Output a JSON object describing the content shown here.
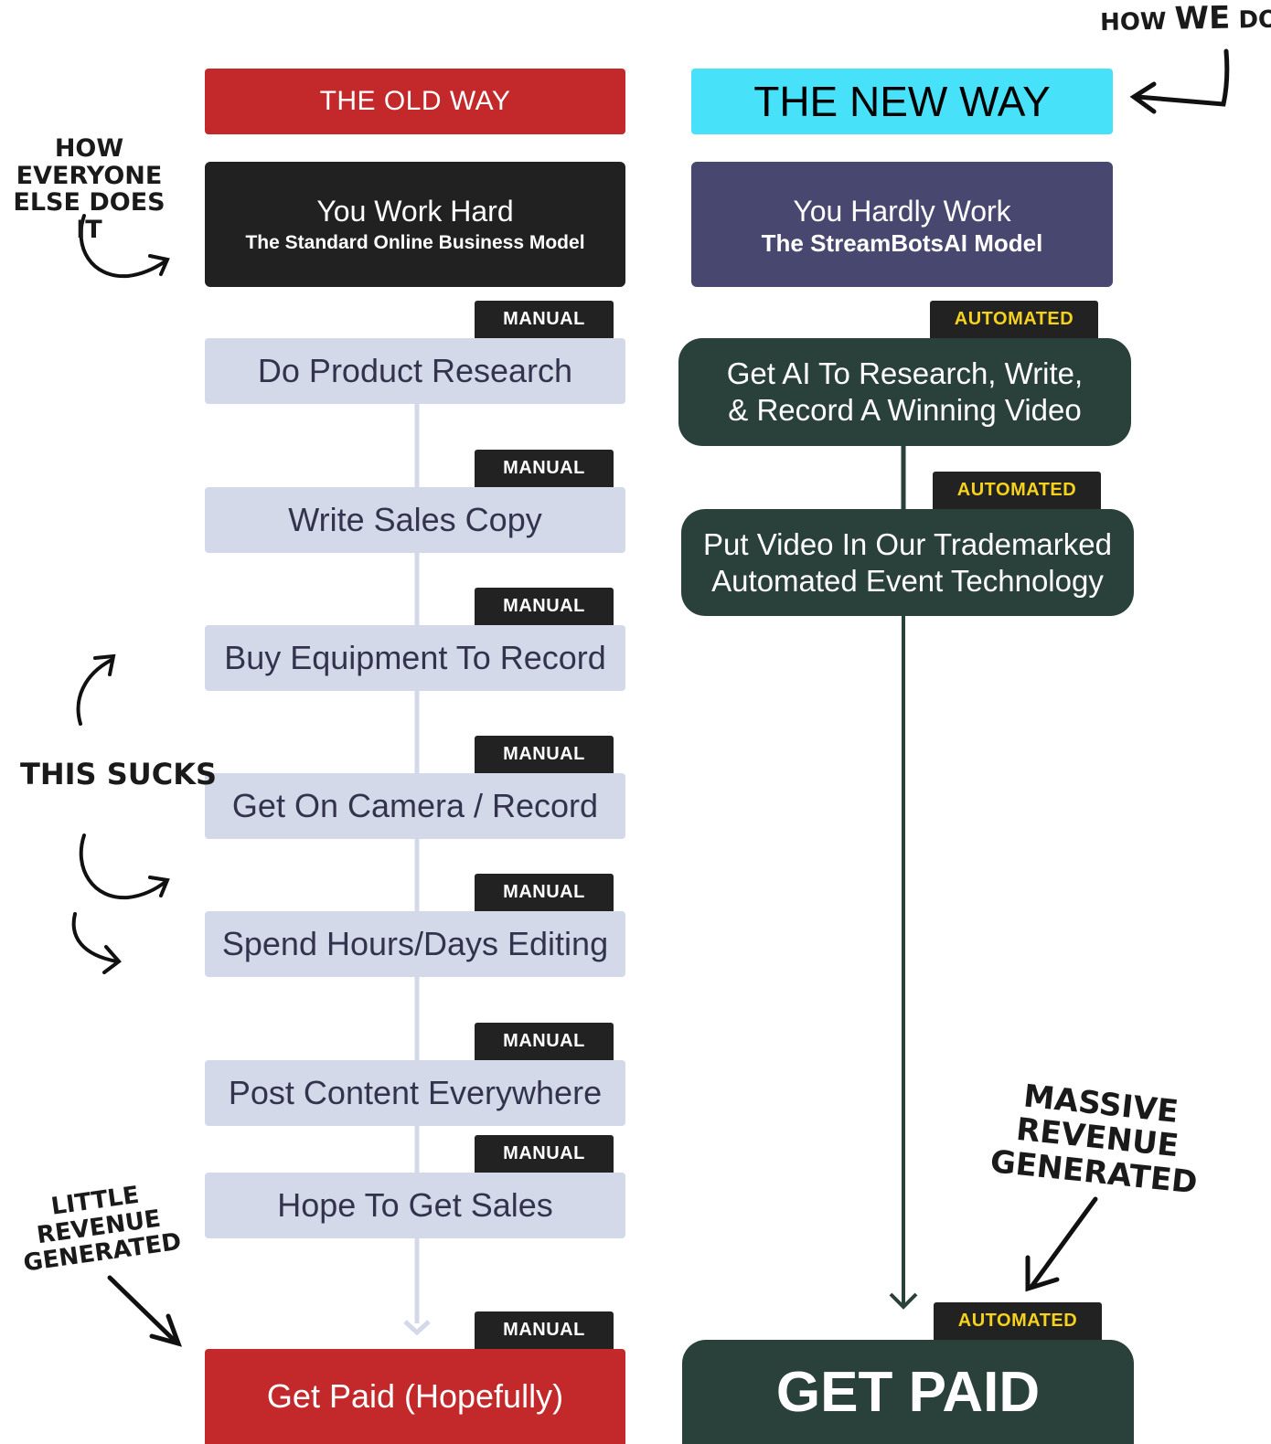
{
  "headers": {
    "old": "THE OLD WAY",
    "new": "THE NEW WAY"
  },
  "models": {
    "old": {
      "title": "You Work Hard",
      "subtitle": "The Standard Online Business Model"
    },
    "new": {
      "title": "You Hardly Work",
      "subtitle": "The StreamBotsAI Model"
    }
  },
  "old_steps": [
    {
      "badge": "MANUAL",
      "label": "Do Product Research"
    },
    {
      "badge": "MANUAL",
      "label": "Write Sales Copy"
    },
    {
      "badge": "MANUAL",
      "label": "Buy Equipment To Record"
    },
    {
      "badge": "MANUAL",
      "label": "Get On Camera / Record"
    },
    {
      "badge": "MANUAL",
      "label": "Spend Hours/Days Editing"
    },
    {
      "badge": "MANUAL",
      "label": "Post Content Everywhere"
    },
    {
      "badge": "MANUAL",
      "label": "Hope To Get Sales"
    }
  ],
  "old_final": {
    "badge": "MANUAL",
    "label": "Get Paid (Hopefully)"
  },
  "new_steps": [
    {
      "badge": "AUTOMATED",
      "line1": "Get AI To Research, Write,",
      "line2": "& Record A Winning Video"
    },
    {
      "badge": "AUTOMATED",
      "line1": "Put Video In Our Trademarked",
      "line2": "Automated Event Technology"
    }
  ],
  "new_final": {
    "badge": "AUTOMATED",
    "label": "GET PAID"
  },
  "annotations": {
    "how_we": {
      "a": "HOW",
      "b": "WE",
      "c": "DO IT"
    },
    "how_everyone": {
      "line1": "HOW EVERYONE",
      "line2": "ELSE DOES IT"
    },
    "this_sucks": "THIS SUCKS",
    "little_revenue": {
      "line1": "LITTLE REVENUE",
      "line2": "GENERATED"
    },
    "massive_revenue": {
      "line1": "MASSIVE REVENUE",
      "line2": "GENERATED"
    }
  },
  "colors": {
    "old_header": "#c3292b",
    "new_header": "#48e1fa",
    "old_model": "#212121",
    "new_model": "#474770",
    "old_step": "#d4d9ea",
    "new_step": "#29403b",
    "badge": "#222222",
    "badge_auto_text": "#f7d21c"
  }
}
